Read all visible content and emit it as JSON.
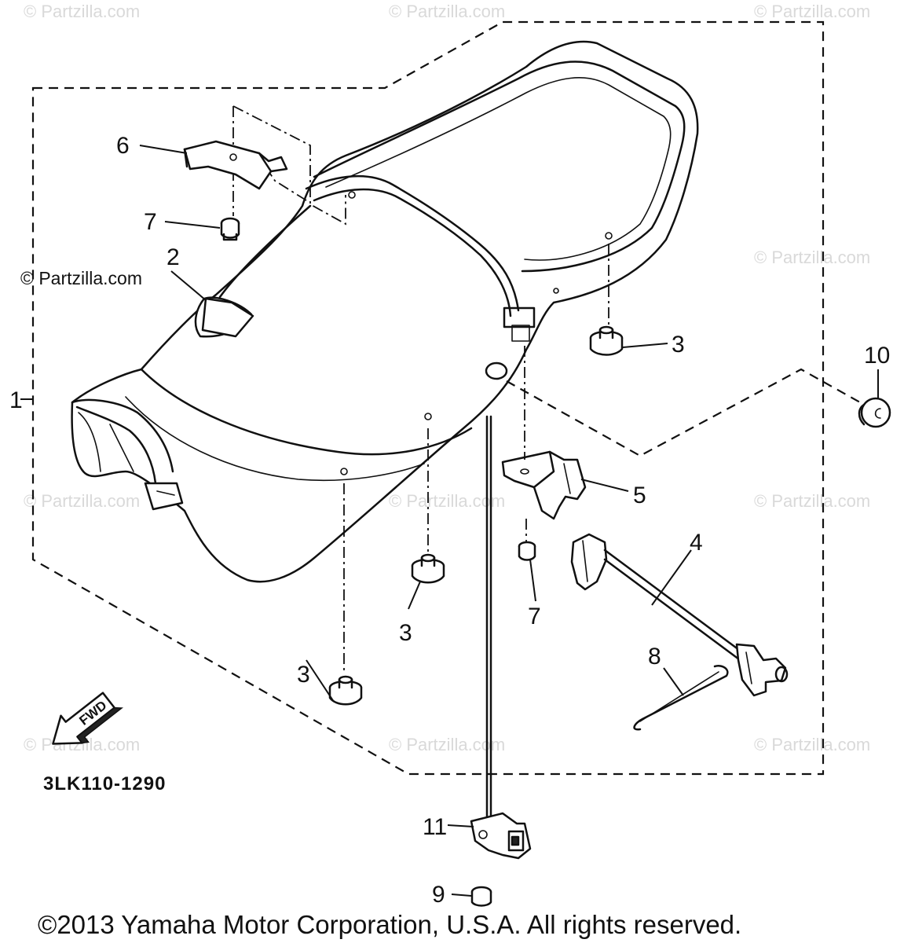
{
  "diagram": {
    "drawing_code": "3LK110-1290",
    "copyright": "©2013 Yamaha Motor Corporation, U.S.A. All rights reserved.",
    "fwd_label": "FWD",
    "watermark": "© Partzilla.com",
    "callouts": {
      "c1": "1",
      "c2": "2",
      "c3a": "3",
      "c3b": "3",
      "c3c": "3",
      "c4": "4",
      "c5": "5",
      "c6": "6",
      "c7a": "7",
      "c7b": "7",
      "c8": "8",
      "c9": "9",
      "c10": "10",
      "c11": "11"
    }
  }
}
